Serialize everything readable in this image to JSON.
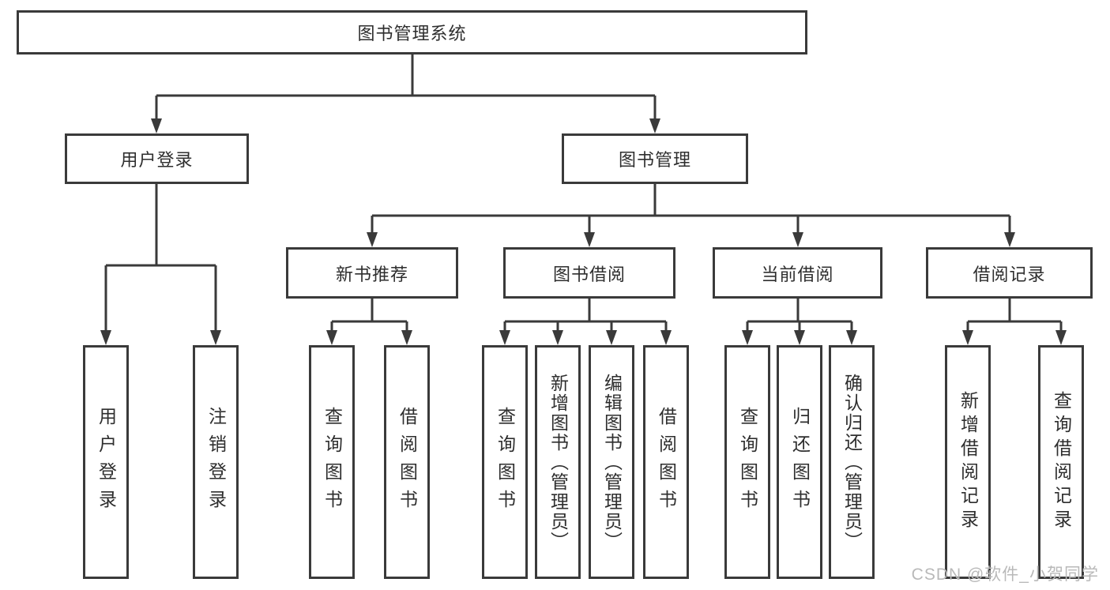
{
  "diagram_type": "hierarchy-tree",
  "colors": {
    "background": "#ffffff",
    "line": "#3a3a3a",
    "box_border": "#3a3a3a",
    "text": "#2e2e2e",
    "watermark": "#b9b9b9"
  },
  "tree": {
    "root": {
      "label": "图书管理系统",
      "children": [
        {
          "label": "用户登录",
          "children": [
            {
              "label": "用户登录"
            },
            {
              "label": "注销登录"
            }
          ]
        },
        {
          "label": "图书管理",
          "children": [
            {
              "label": "新书推荐",
              "children": [
                {
                  "label": "查询图书"
                },
                {
                  "label": "借阅图书"
                }
              ]
            },
            {
              "label": "图书借阅",
              "children": [
                {
                  "label": "查询图书"
                },
                {
                  "label": "新增图书（管理员）"
                },
                {
                  "label": "编辑图书（管理员）"
                },
                {
                  "label": "借阅图书"
                }
              ]
            },
            {
              "label": "当前借阅",
              "children": [
                {
                  "label": "查询图书"
                },
                {
                  "label": "归还图书"
                },
                {
                  "label": "确认归还（管理员）"
                }
              ]
            },
            {
              "label": "借阅记录",
              "children": [
                {
                  "label": "新增借阅记录"
                },
                {
                  "label": "查询借阅记录"
                }
              ]
            }
          ]
        }
      ]
    }
  },
  "watermark": "CSDN @软件_小贺同学"
}
